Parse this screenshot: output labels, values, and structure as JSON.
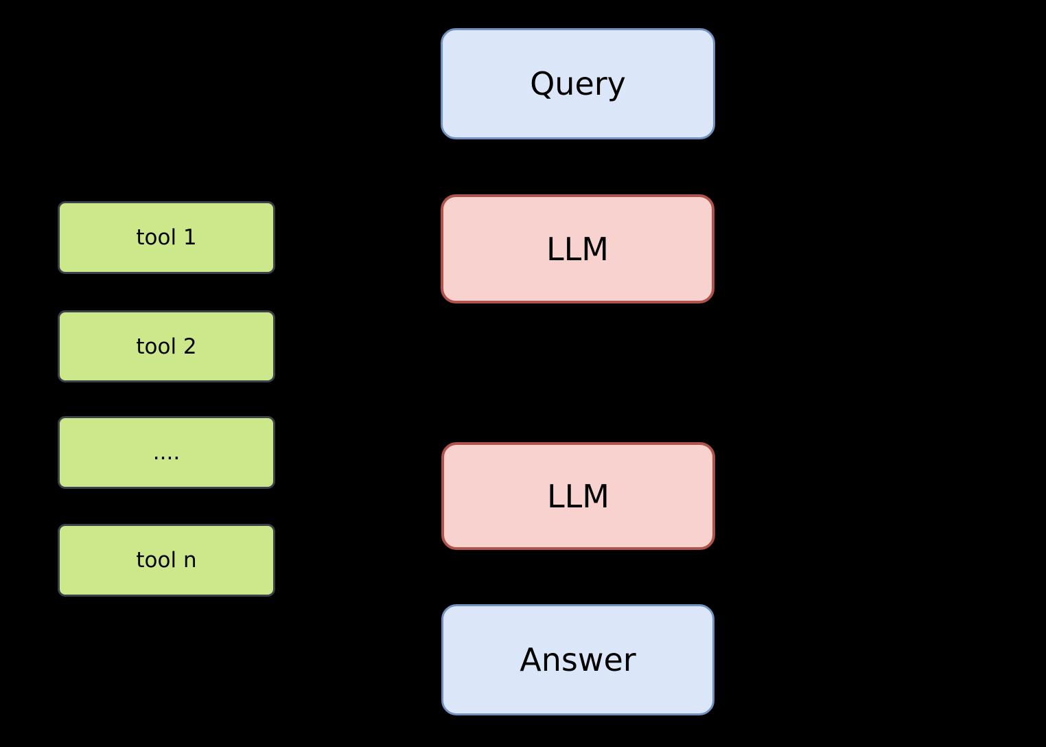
{
  "colors": {
    "background": "#000000",
    "text": "#000000",
    "io_fill": "#dbe7f8",
    "io_border": "#7191c0",
    "llm_fill": "#f7d2cf",
    "llm_border": "#b0534d",
    "tool_fill": "#cce88a",
    "tool_border": "#3a4148"
  },
  "nodes": {
    "query": {
      "label": "Query"
    },
    "llm_top": {
      "label": "LLM"
    },
    "llm_bottom": {
      "label": "LLM"
    },
    "answer": {
      "label": "Answer"
    },
    "tool_1": {
      "label": "tool 1"
    },
    "tool_2": {
      "label": "tool 2"
    },
    "tool_ellipsis": {
      "label": "...."
    },
    "tool_n": {
      "label": "tool n"
    }
  }
}
